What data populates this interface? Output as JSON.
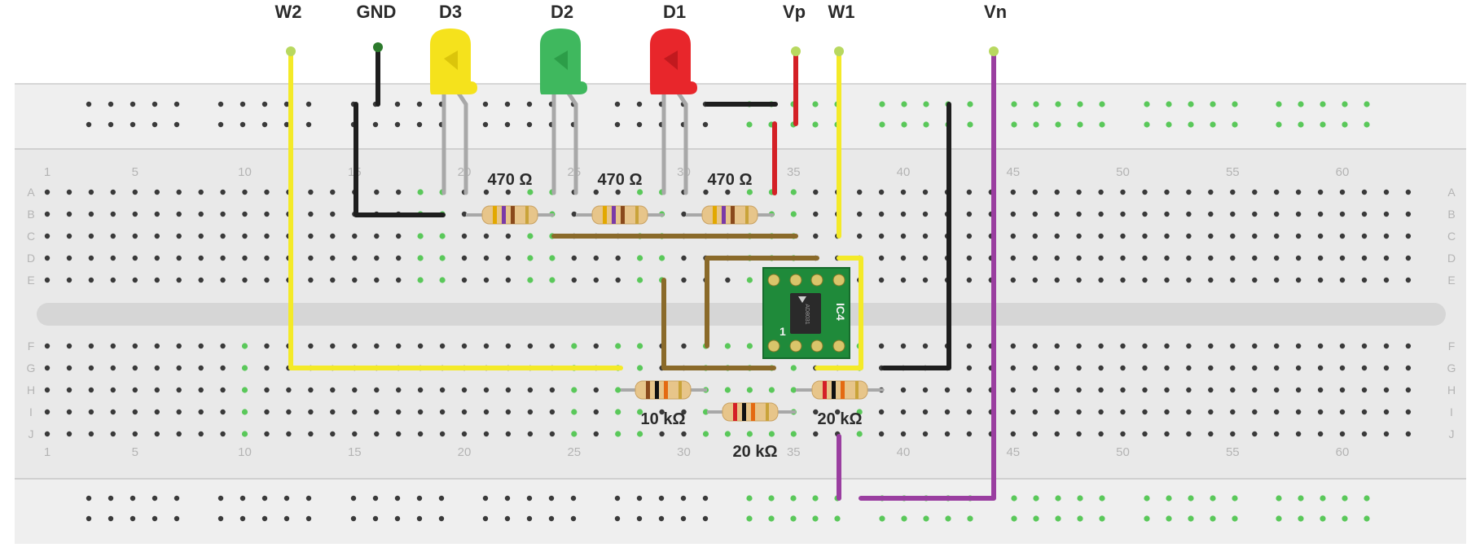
{
  "signals": {
    "w2": "W2",
    "gnd": "GND",
    "d3": "D3",
    "d2": "D2",
    "d1": "D1",
    "vp": "Vp",
    "w1": "W1",
    "vn": "Vn"
  },
  "resistors": {
    "r_d3": "470 Ω",
    "r_d2": "470 Ω",
    "r_d1": "470 Ω",
    "r_10k": "10 kΩ",
    "r_20k_fb": "20 kΩ",
    "r_20k_in": "20 kΩ"
  },
  "chip": {
    "designator": "IC4",
    "pin1": "1",
    "part": "AD8031"
  },
  "breadboard": {
    "column_numbers": [
      "1",
      "5",
      "10",
      "15",
      "20",
      "25",
      "30",
      "35",
      "40",
      "45",
      "50",
      "55",
      "60"
    ],
    "row_letters_top": [
      "A",
      "B",
      "C",
      "D",
      "E"
    ],
    "row_letters_bottom": [
      "F",
      "G",
      "H",
      "I",
      "J"
    ]
  },
  "colors": {
    "led_yellow": "#f5e21c",
    "led_green": "#3fb85e",
    "led_red": "#e8262b",
    "wire_yellow": "#f4ea28",
    "wire_black": "#1e1e1e",
    "wire_red": "#d42026",
    "wire_purple": "#9a3ea0",
    "wire_brown": "#8a6a2a",
    "board": "#e9e9e9",
    "hole_active": "#5ac85a"
  }
}
